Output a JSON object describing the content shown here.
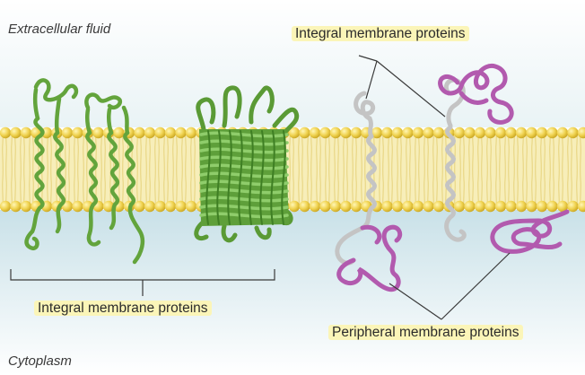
{
  "regions": {
    "extracellular": "Extracellular fluid",
    "cytoplasm": "Cytoplasm"
  },
  "labels": {
    "integral_top": "Integral membrane proteins",
    "integral_bottom": "Integral membrane proteins",
    "peripheral": "Peripheral membrane proteins"
  },
  "colors": {
    "membrane_lipid": "#f1d760",
    "membrane_tail": "#f7edb8",
    "cytoplasm_fill": "#d6e9ee",
    "integral_protein": "#63a43c",
    "integral_protein_light": "#9fd07c",
    "integral_protein_gray": "#c9c9c9",
    "peripheral_protein": "#b45ab0",
    "label_highlight": "#fbf5b8"
  },
  "icons": [
    "membrane-bilayer",
    "helix-protein",
    "barrel-protein",
    "coil-protein"
  ]
}
